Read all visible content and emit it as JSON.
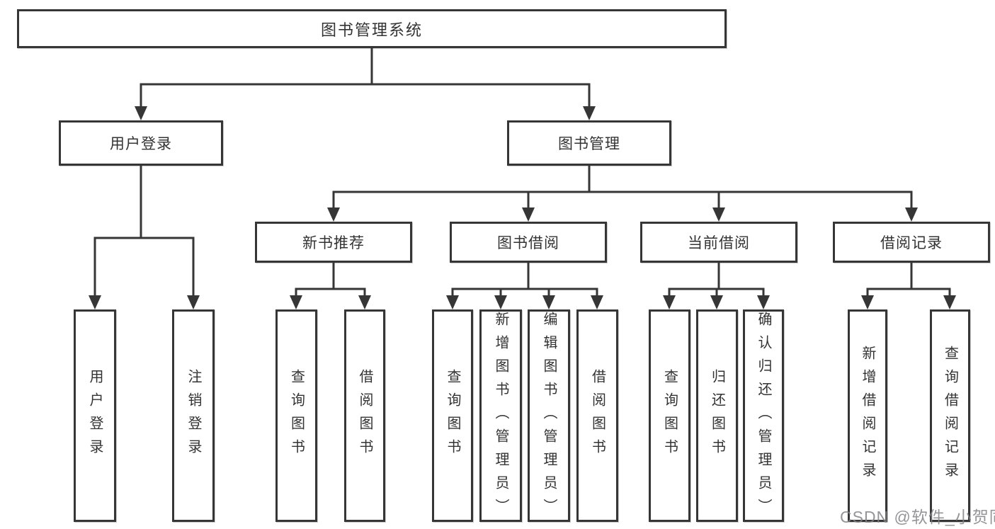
{
  "tree": {
    "root_label": "图书管理系统",
    "children": [
      {
        "label": "用户登录",
        "children": [
          {
            "label": "用户登录"
          },
          {
            "label": "注销登录"
          }
        ]
      },
      {
        "label": "图书管理",
        "children": [
          {
            "label": "新书推荐",
            "children": [
              {
                "label": "查询图书"
              },
              {
                "label": "借阅图书"
              }
            ]
          },
          {
            "label": "图书借阅",
            "children": [
              {
                "label": "查询图书"
              },
              {
                "label": "新增图书（管理员）"
              },
              {
                "label": "编辑图书（管理员）"
              },
              {
                "label": "借阅图书"
              }
            ]
          },
          {
            "label": "当前借阅",
            "children": [
              {
                "label": "查询图书"
              },
              {
                "label": "归还图书"
              },
              {
                "label": "确认归还（管理员）"
              }
            ]
          },
          {
            "label": "借阅记录",
            "children": [
              {
                "label": "新增借阅记录"
              },
              {
                "label": "查询借阅记录"
              }
            ]
          }
        ]
      }
    ]
  },
  "watermark": "CSDN @软件_小贺同学",
  "colors": {
    "line": "#363636",
    "box_border": "#363636",
    "text": "#333333",
    "background": "#ffffff",
    "watermark": "#82828b"
  }
}
